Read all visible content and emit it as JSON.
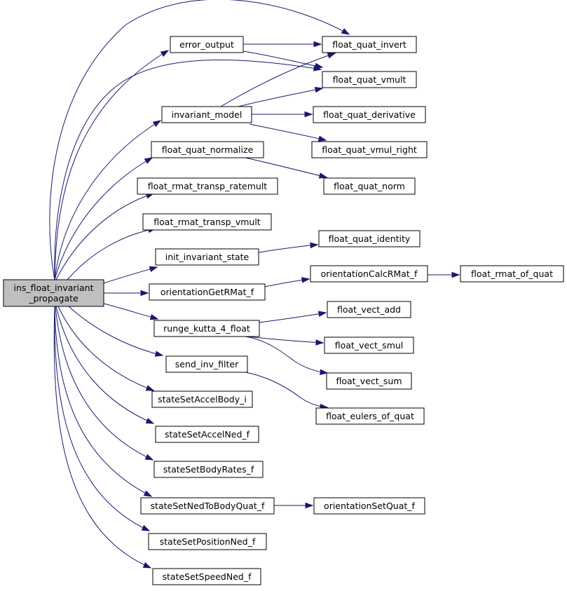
{
  "graph": {
    "nodes": [
      {
        "id": "root",
        "label": [
          "ins_float_invariant",
          "_propagate"
        ],
        "root": true
      },
      {
        "id": "error_output",
        "label": [
          "error_output"
        ]
      },
      {
        "id": "float_quat_invert",
        "label": [
          "float_quat_invert"
        ]
      },
      {
        "id": "float_quat_vmult",
        "label": [
          "float_quat_vmult"
        ]
      },
      {
        "id": "invariant_model",
        "label": [
          "invariant_model"
        ]
      },
      {
        "id": "float_quat_derivative",
        "label": [
          "float_quat_derivative"
        ]
      },
      {
        "id": "float_quat_vmul_right",
        "label": [
          "float_quat_vmul_right"
        ]
      },
      {
        "id": "float_quat_normalize",
        "label": [
          "float_quat_normalize"
        ]
      },
      {
        "id": "float_quat_norm",
        "label": [
          "float_quat_norm"
        ]
      },
      {
        "id": "float_rmat_transp_ratemult",
        "label": [
          "float_rmat_transp_ratemult"
        ]
      },
      {
        "id": "float_rmat_transp_vmult",
        "label": [
          "float_rmat_transp_vmult"
        ]
      },
      {
        "id": "init_invariant_state",
        "label": [
          "init_invariant_state"
        ]
      },
      {
        "id": "float_quat_identity",
        "label": [
          "float_quat_identity"
        ]
      },
      {
        "id": "orientationGetRMat_f",
        "label": [
          "orientationGetRMat_f"
        ]
      },
      {
        "id": "orientationCalcRMat_f",
        "label": [
          "orientationCalcRMat_f"
        ]
      },
      {
        "id": "float_rmat_of_quat",
        "label": [
          "float_rmat_of_quat"
        ]
      },
      {
        "id": "runge_kutta_4_float",
        "label": [
          "runge_kutta_4_float"
        ]
      },
      {
        "id": "float_vect_add",
        "label": [
          "float_vect_add"
        ]
      },
      {
        "id": "float_vect_smul",
        "label": [
          "float_vect_smul"
        ]
      },
      {
        "id": "float_vect_sum",
        "label": [
          "float_vect_sum"
        ]
      },
      {
        "id": "send_inv_filter",
        "label": [
          "send_inv_filter"
        ]
      },
      {
        "id": "float_eulers_of_quat",
        "label": [
          "float_eulers_of_quat"
        ]
      },
      {
        "id": "stateSetAccelBody_i",
        "label": [
          "stateSetAccelBody_i"
        ]
      },
      {
        "id": "stateSetAccelNed_f",
        "label": [
          "stateSetAccelNed_f"
        ]
      },
      {
        "id": "stateSetBodyRates_f",
        "label": [
          "stateSetBodyRates_f"
        ]
      },
      {
        "id": "stateSetNedToBodyQuat_f",
        "label": [
          "stateSetNedToBodyQuat_f"
        ]
      },
      {
        "id": "orientationSetQuat_f",
        "label": [
          "orientationSetQuat_f"
        ]
      },
      {
        "id": "stateSetPositionNed_f",
        "label": [
          "stateSetPositionNed_f"
        ]
      },
      {
        "id": "stateSetSpeedNed_f",
        "label": [
          "stateSetSpeedNed_f"
        ]
      }
    ],
    "edges": [
      {
        "from": "root",
        "to": "float_quat_invert"
      },
      {
        "from": "root",
        "to": "error_output"
      },
      {
        "from": "root",
        "to": "float_quat_vmult"
      },
      {
        "from": "root",
        "to": "invariant_model"
      },
      {
        "from": "root",
        "to": "float_quat_normalize"
      },
      {
        "from": "root",
        "to": "float_rmat_transp_ratemult"
      },
      {
        "from": "root",
        "to": "float_rmat_transp_vmult"
      },
      {
        "from": "root",
        "to": "init_invariant_state"
      },
      {
        "from": "root",
        "to": "orientationGetRMat_f"
      },
      {
        "from": "root",
        "to": "runge_kutta_4_float"
      },
      {
        "from": "root",
        "to": "send_inv_filter"
      },
      {
        "from": "root",
        "to": "stateSetAccelBody_i"
      },
      {
        "from": "root",
        "to": "stateSetAccelNed_f"
      },
      {
        "from": "root",
        "to": "stateSetBodyRates_f"
      },
      {
        "from": "root",
        "to": "stateSetNedToBodyQuat_f"
      },
      {
        "from": "root",
        "to": "stateSetPositionNed_f"
      },
      {
        "from": "root",
        "to": "stateSetSpeedNed_f"
      },
      {
        "from": "error_output",
        "to": "float_quat_invert"
      },
      {
        "from": "error_output",
        "to": "float_quat_vmult"
      },
      {
        "from": "invariant_model",
        "to": "float_quat_invert"
      },
      {
        "from": "invariant_model",
        "to": "float_quat_vmult"
      },
      {
        "from": "invariant_model",
        "to": "float_quat_derivative"
      },
      {
        "from": "invariant_model",
        "to": "float_quat_vmul_right"
      },
      {
        "from": "float_quat_normalize",
        "to": "float_quat_norm"
      },
      {
        "from": "init_invariant_state",
        "to": "float_quat_identity"
      },
      {
        "from": "orientationGetRMat_f",
        "to": "orientationCalcRMat_f"
      },
      {
        "from": "orientationCalcRMat_f",
        "to": "float_rmat_of_quat"
      },
      {
        "from": "runge_kutta_4_float",
        "to": "float_vect_add"
      },
      {
        "from": "runge_kutta_4_float",
        "to": "float_vect_smul"
      },
      {
        "from": "runge_kutta_4_float",
        "to": "float_vect_sum"
      },
      {
        "from": "send_inv_filter",
        "to": "float_eulers_of_quat"
      },
      {
        "from": "stateSetNedToBodyQuat_f",
        "to": "orientationSetQuat_f"
      }
    ],
    "colors": {
      "edge": "#191970",
      "root_fill": "#bfbfbf",
      "node_fill": "#ffffff",
      "node_border": "#000000"
    }
  }
}
